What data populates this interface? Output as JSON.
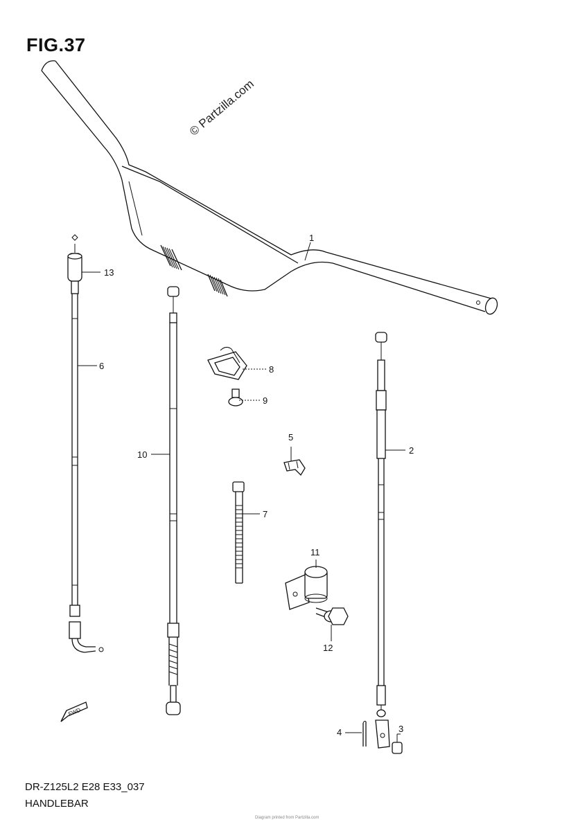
{
  "title": "FIG.37",
  "watermark": "© Partzilla.com",
  "model_code": "DR-Z125L2 E28 E33_037",
  "section_name": "HANDLEBAR",
  "fwd_label": "FWD",
  "footer_note": "Diagram printed from Partzilla.com",
  "callouts": [
    {
      "id": "1",
      "label": "1"
    },
    {
      "id": "2",
      "label": "2"
    },
    {
      "id": "3",
      "label": "3"
    },
    {
      "id": "4",
      "label": "4"
    },
    {
      "id": "5",
      "label": "5"
    },
    {
      "id": "6",
      "label": "6"
    },
    {
      "id": "7",
      "label": "7"
    },
    {
      "id": "8",
      "label": "8"
    },
    {
      "id": "9",
      "label": "9"
    },
    {
      "id": "10",
      "label": "10"
    },
    {
      "id": "11",
      "label": "11"
    },
    {
      "id": "12",
      "label": "12"
    },
    {
      "id": "13",
      "label": "13"
    }
  ]
}
